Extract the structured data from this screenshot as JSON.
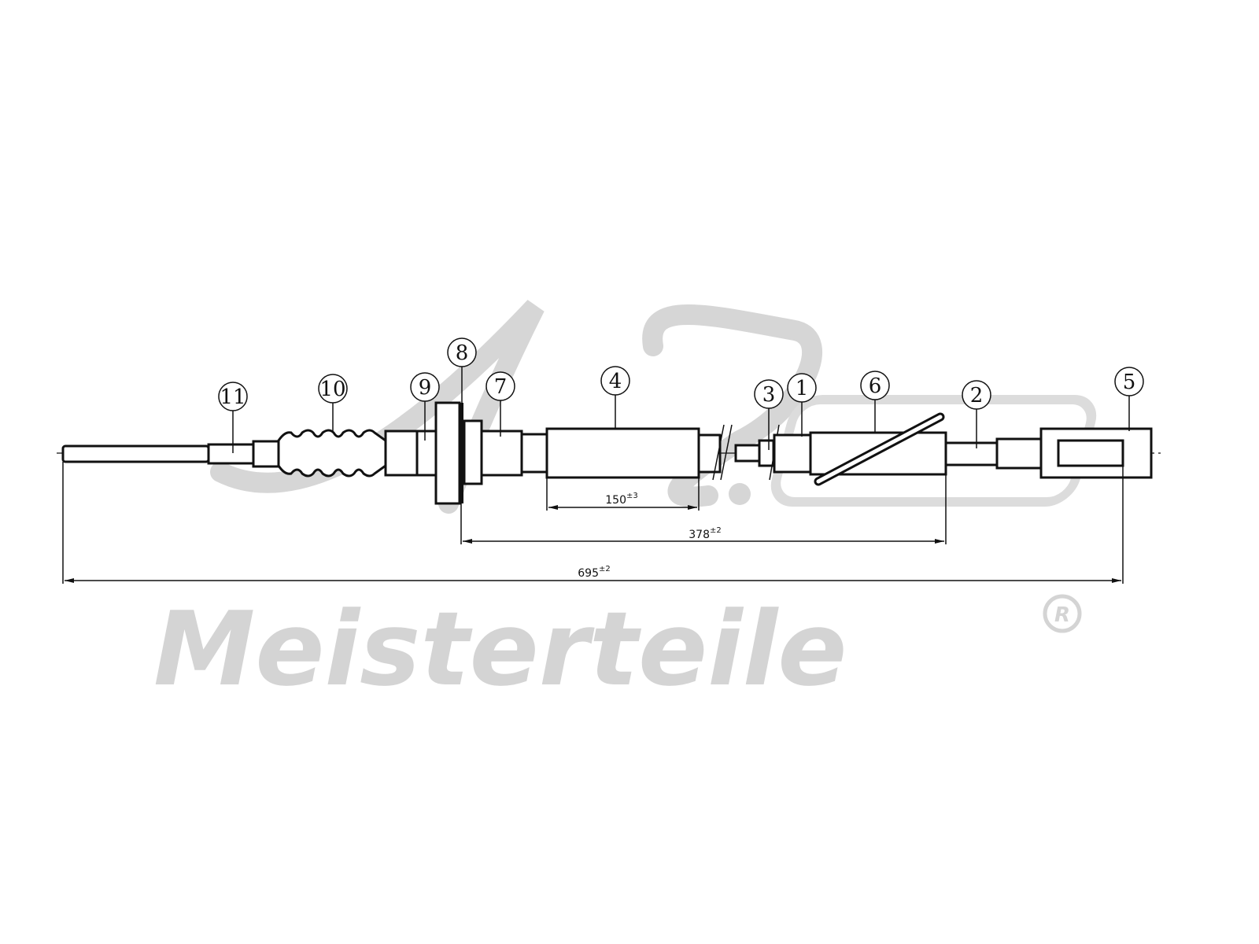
{
  "watermark": {
    "logo_letters": "A.Z.",
    "brand": "Meisterteile",
    "registered_mark": "R",
    "color": "#d4d4d4"
  },
  "callouts": [
    "11",
    "10",
    "9",
    "8",
    "7",
    "4",
    "3",
    "1",
    "6",
    "2",
    "5"
  ],
  "dimensions": [
    {
      "value": "150",
      "tolerance": "±3"
    },
    {
      "value": "378",
      "tolerance": "±2"
    },
    {
      "value": "695",
      "tolerance": "±2"
    }
  ]
}
